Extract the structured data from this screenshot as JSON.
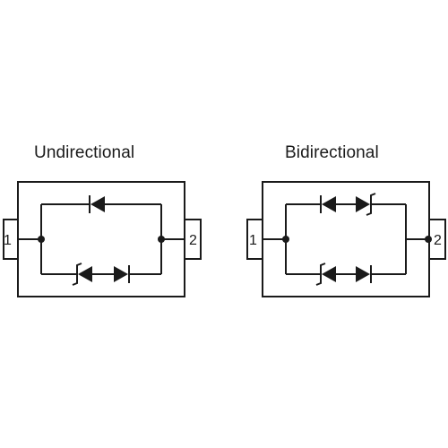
{
  "diagrams": [
    {
      "title": "Undirectional",
      "pin_left": "1",
      "pin_right": "2",
      "top_branch": [
        "diode"
      ],
      "bottom_branch": [
        "zener",
        "diode"
      ]
    },
    {
      "title": "Bidirectional",
      "pin_left": "1",
      "pin_right": "2",
      "top_branch": [
        "diode-reverse",
        "zener"
      ],
      "bottom_branch": [
        "zener-reverse",
        "diode"
      ]
    }
  ],
  "colors": {
    "stroke": "#1a1a1a",
    "background": "#ffffff"
  }
}
